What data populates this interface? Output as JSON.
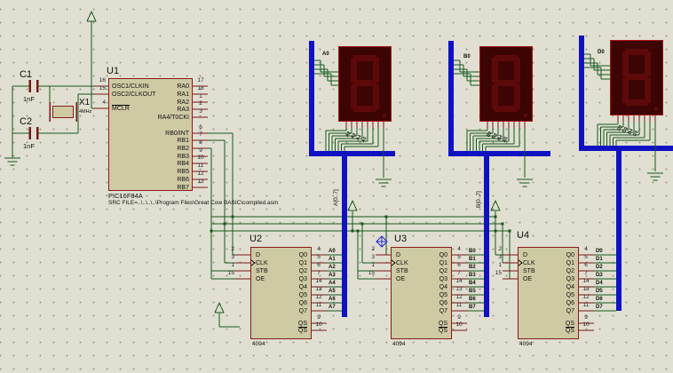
{
  "schematic": {
    "u1": {
      "ref": "U1",
      "value": "PIC16F84A",
      "src_file": "SRC FILE=..\\..\\..\\..\\Program Files\\Great Cow BASIC\\compiled.asm",
      "left_pins": [
        {
          "num": "16",
          "label": "OSC1/CLKIN"
        },
        {
          "num": "15",
          "label": "OSC2/CLKOUT"
        },
        {
          "num": "4",
          "label": "MCLR",
          "overline": true
        }
      ],
      "right_pins": [
        {
          "num": "17",
          "label": "RA0"
        },
        {
          "num": "18",
          "label": "RA1"
        },
        {
          "num": "1",
          "label": "RA2"
        },
        {
          "num": "2",
          "label": "RA3"
        },
        {
          "num": "3",
          "label": "RA4/T0CKI"
        },
        {
          "num": "6",
          "label": "RB0/INT"
        },
        {
          "num": "7",
          "label": "RB1"
        },
        {
          "num": "8",
          "label": "RB2"
        },
        {
          "num": "9",
          "label": "RB3"
        },
        {
          "num": "10",
          "label": "RB4"
        },
        {
          "num": "11",
          "label": "RB5"
        },
        {
          "num": "12",
          "label": "RB6"
        },
        {
          "num": "13",
          "label": "RB7"
        }
      ]
    },
    "capacitors": [
      {
        "ref": "C1",
        "value": "1nF"
      },
      {
        "ref": "C2",
        "value": "1nF"
      }
    ],
    "crystal": {
      "ref": "X1",
      "value": "4MHz"
    },
    "shift_registers": [
      {
        "ref": "U2",
        "value": "4094",
        "left_pins": [
          {
            "num": "2",
            "label": "D"
          },
          {
            "num": "3",
            "label": "CLK",
            "clock": true
          },
          {
            "num": "1",
            "label": "STB"
          },
          {
            "num": "15",
            "label": "OE"
          }
        ],
        "outputs": [
          {
            "num": "4",
            "label": "Q0",
            "net": "A0"
          },
          {
            "num": "5",
            "label": "Q1",
            "net": "A1"
          },
          {
            "num": "6",
            "label": "Q2",
            "net": "A2"
          },
          {
            "num": "7",
            "label": "Q3",
            "net": "A3"
          },
          {
            "num": "14",
            "label": "Q4",
            "net": "A4"
          },
          {
            "num": "13",
            "label": "Q5",
            "net": "A5"
          },
          {
            "num": "12",
            "label": "Q6",
            "net": "A6"
          },
          {
            "num": "11",
            "label": "Q7",
            "net": "A7"
          }
        ],
        "serial_outputs": [
          {
            "num": "9",
            "label": "QS"
          },
          {
            "num": "10",
            "label": "QS",
            "overline": true
          }
        ]
      },
      {
        "ref": "U3",
        "value": "4094",
        "left_pins": [
          {
            "num": "2",
            "label": "D"
          },
          {
            "num": "3",
            "label": "CLK",
            "clock": true
          },
          {
            "num": "1",
            "label": "STB"
          },
          {
            "num": "15",
            "label": "OE"
          }
        ],
        "outputs": [
          {
            "num": "4",
            "label": "Q0",
            "net": "B0"
          },
          {
            "num": "5",
            "label": "Q1",
            "net": "B1"
          },
          {
            "num": "6",
            "label": "Q2",
            "net": "B2"
          },
          {
            "num": "7",
            "label": "Q3",
            "net": "B3"
          },
          {
            "num": "14",
            "label": "Q4",
            "net": "B4"
          },
          {
            "num": "13",
            "label": "Q5",
            "net": "B5"
          },
          {
            "num": "12",
            "label": "Q6",
            "net": "B6"
          },
          {
            "num": "11",
            "label": "Q7",
            "net": "B7"
          }
        ],
        "serial_outputs": [
          {
            "num": "9",
            "label": "QS"
          },
          {
            "num": "10",
            "label": "QS",
            "overline": true
          }
        ]
      },
      {
        "ref": "U4",
        "value": "4094",
        "left_pins": [
          {
            "num": "2",
            "label": "D"
          },
          {
            "num": "3",
            "label": "CLK",
            "clock": true
          },
          {
            "num": "1",
            "label": "STB"
          },
          {
            "num": "15",
            "label": "OE"
          }
        ],
        "outputs": [
          {
            "num": "4",
            "label": "Q0",
            "net": "D0"
          },
          {
            "num": "5",
            "label": "Q1",
            "net": "D1"
          },
          {
            "num": "6",
            "label": "Q2",
            "net": "D2"
          },
          {
            "num": "7",
            "label": "Q3",
            "net": "D3"
          },
          {
            "num": "14",
            "label": "Q4",
            "net": "D4"
          },
          {
            "num": "13",
            "label": "Q5",
            "net": "D5"
          },
          {
            "num": "12",
            "label": "Q6",
            "net": "D6"
          },
          {
            "num": "11",
            "label": "Q7",
            "net": "D7"
          }
        ],
        "serial_outputs": [
          {
            "num": "9",
            "label": "QS"
          },
          {
            "num": "10",
            "label": "QS",
            "overline": true
          }
        ]
      }
    ],
    "displays": [
      {
        "top_net": "A0",
        "pin_labels": [
          "A2",
          "A3",
          "A4",
          "A5"
        ]
      },
      {
        "top_net": "B0",
        "pin_labels": [
          "B2",
          "B3",
          "B4",
          "B5"
        ]
      },
      {
        "top_net": "D0",
        "pin_labels": [
          "D2",
          "D3",
          "D4",
          "D5"
        ]
      }
    ],
    "bus_labels": [
      "A[0..7]",
      "B[0..7]"
    ],
    "colors": {
      "wire": "#14591d",
      "bus": "#1111c4",
      "pin": "#7c1417",
      "chip_fill": "#cecaa4",
      "chip_border": "#8c1a1a",
      "display_body": "#3c0404",
      "display_segment": "#5e0909"
    }
  }
}
